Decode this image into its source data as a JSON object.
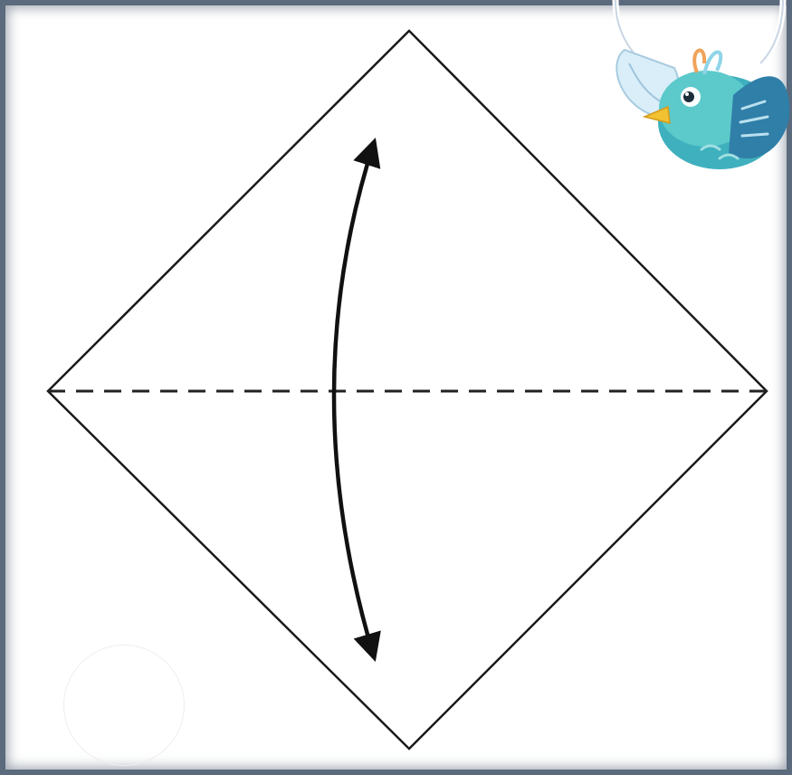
{
  "diagram": {
    "figure": "origami-step-diamond",
    "square_outline_color": "#111111",
    "fold_line_style": "dashed",
    "fold_line_color": "#222222",
    "arrow_type": "double-headed-curved",
    "arrow_color": "#111111"
  },
  "decoration": {
    "icon": "bird-icon",
    "bird_body_color": "#4fc1c5",
    "wing_color": "#cfe9f6",
    "beak_color": "#f2c232",
    "frame_color": "#5b6a7c"
  }
}
